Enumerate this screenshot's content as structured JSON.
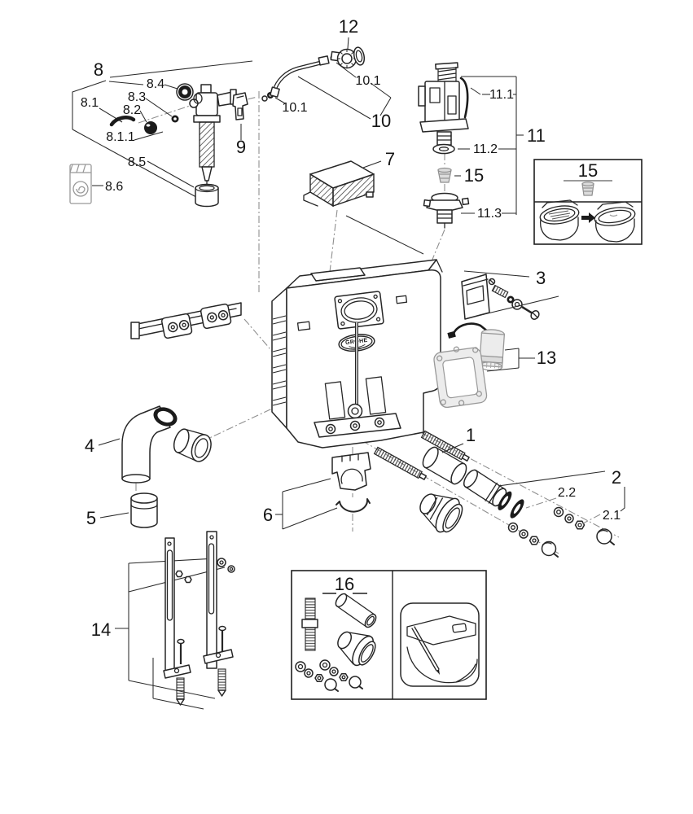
{
  "diagram": {
    "type": "exploded-parts-diagram",
    "brand": {
      "logo": "GROHE"
    },
    "colors": {
      "line": "#262626",
      "gray_line": "#8f8f8f",
      "background": "#ffffff",
      "black_fill": "#1b1b1b"
    },
    "labels": {
      "n1": "1",
      "n2": "2",
      "n2_1": "2.1",
      "n2_2": "2.2",
      "n3": "3",
      "n4": "4",
      "n5": "5",
      "n6": "6",
      "n7": "7",
      "n8": "8",
      "n8_1": "8.1",
      "n8_1_1": "8.1.1",
      "n8_2": "8.2",
      "n8_3": "8.3",
      "n8_4": "8.4",
      "n8_5": "8.5",
      "n8_6": "8.6",
      "n9": "9",
      "n10": "10",
      "n10_1": "10.1",
      "n11": "11",
      "n11_1": "11.1",
      "n11_2": "11.2",
      "n11_3": "11.3",
      "n12": "12",
      "n13": "13",
      "n14": "14",
      "n15": "15",
      "n16": "16"
    },
    "boxes": {
      "fresh_insert": {
        "title": "15"
      },
      "fixing_set": {
        "title": "16"
      }
    }
  }
}
